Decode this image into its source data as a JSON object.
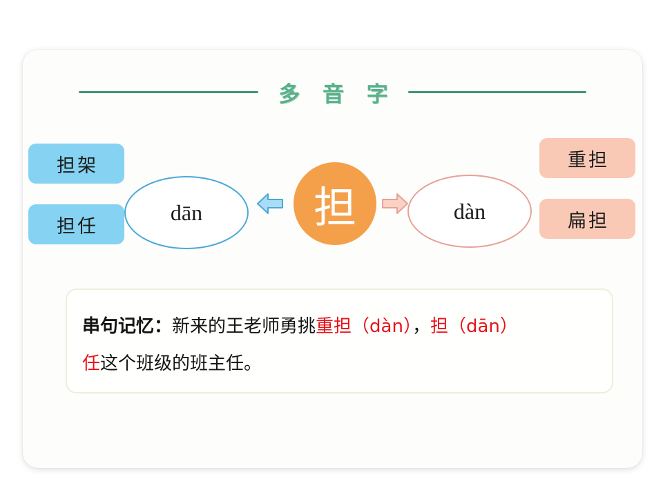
{
  "slide": {
    "title": "多 音 字",
    "title_color": "#57b189",
    "rule_color": "#3f9573"
  },
  "diagram": {
    "center": {
      "character": "担",
      "fill": "#f4a04b",
      "text_color": "#ffffff"
    },
    "left_branch": {
      "pinyin": "dān",
      "ellipse_border": "#4aa8d8",
      "arrow": "arrow-left-icon",
      "arrow_fill": "#a9ddf5",
      "arrow_stroke": "#4aa8d8",
      "chip_fill": "#85d2f2",
      "words": [
        {
          "text": "担架"
        },
        {
          "text": "担任"
        }
      ]
    },
    "right_branch": {
      "pinyin": "dàn",
      "ellipse_border": "#e8a197",
      "arrow": "arrow-right-icon",
      "arrow_fill": "#f9d2c6",
      "arrow_stroke": "#e8a197",
      "chip_fill": "#f9c9b6",
      "words": [
        {
          "text": "重担"
        },
        {
          "text": "扁担"
        }
      ]
    }
  },
  "mnemonic": {
    "label": "串句记忆",
    "colon": "：",
    "line1_black_a": "新来的王老师勇挑",
    "line1_red_a": "重担（dàn）",
    "line1_black_b": "，",
    "line1_red_b": "担（dān）",
    "line2_red": "任",
    "line2_black": "这个班级的班主任。",
    "highlight_color": "#e8121b"
  }
}
